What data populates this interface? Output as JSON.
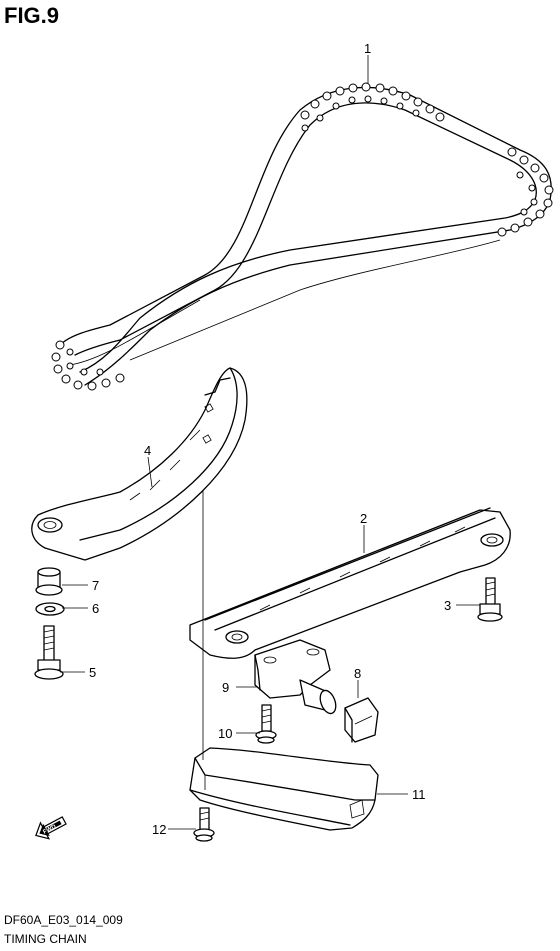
{
  "figure": {
    "title": "FIG.9",
    "code": "DF60A_E03_014_009",
    "name": "TIMING CHAIN",
    "fwd_label": "FWD"
  },
  "callouts": {
    "c1": "1",
    "c2": "2",
    "c3": "3",
    "c4": "4",
    "c5": "5",
    "c6": "6",
    "c7": "7",
    "c8": "8",
    "c9": "9",
    "c10": "10",
    "c11": "11",
    "c12": "12"
  }
}
